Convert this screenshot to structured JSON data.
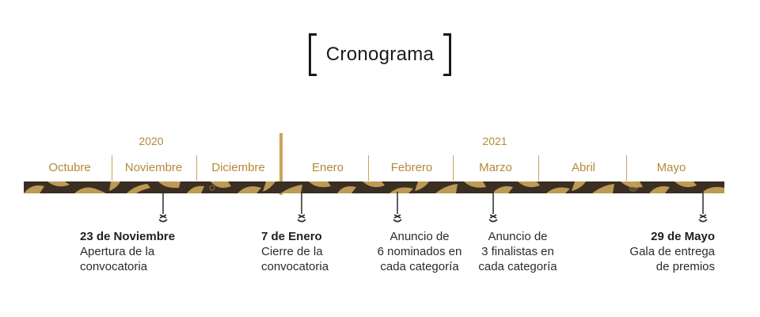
{
  "title": "Cronograma",
  "years": [
    "2020",
    "2021"
  ],
  "months": [
    "Octubre",
    "Noviembre",
    "Diciembre",
    "Enero",
    "Febrero",
    "Marzo",
    "Abril",
    "Mayo"
  ],
  "events": [
    {
      "date": "23 de Noviembre",
      "lines": [
        "Apertura de la",
        "convocatoria"
      ]
    },
    {
      "date": "7 de Enero",
      "lines": [
        "Cierre de la",
        "convocatoria"
      ]
    },
    {
      "date": "",
      "lines": [
        "Anuncio de",
        "6 nominados en",
        "cada categoría"
      ]
    },
    {
      "date": "",
      "lines": [
        "Anuncio de",
        "3 finalistas en",
        "cada categoría"
      ]
    },
    {
      "date": "29 de Mayo",
      "lines": [
        "Gala de entrega",
        "de premios"
      ]
    }
  ],
  "colors": {
    "gold": "#c9a45a",
    "gold_text": "#b38a38",
    "band_dark": "#3a2f22",
    "text": "#2b2b2b"
  },
  "icons": [
    "bracket-icon",
    "timeline-marker-icon"
  ]
}
